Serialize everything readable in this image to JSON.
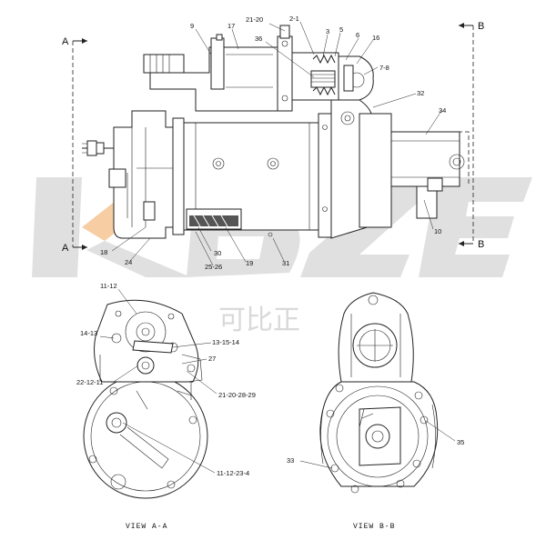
{
  "watermark": {
    "letters": [
      "K",
      "B",
      "Z",
      "E"
    ],
    "chinese": "可比正",
    "accent": "#f2a65a",
    "gray": "#bdbdbd"
  },
  "sections": {
    "a_top": "A",
    "a_bottom": "A",
    "b_top": "B",
    "b_bottom": "B"
  },
  "views": {
    "aa": "VIEW A-A",
    "bb": "VIEW B-B"
  },
  "callouts": {
    "top": [
      "9",
      "17",
      "21-20",
      "2-1",
      "36",
      "3",
      "5",
      "6",
      "16",
      "7-8",
      "32",
      "34",
      "18",
      "24",
      "30",
      "25-26",
      "19",
      "31",
      "10"
    ],
    "view_aa": [
      "11-12",
      "14-13",
      "13-15-14",
      "27",
      "22-12-11",
      "21-20-28-29",
      "11-12-23-4"
    ],
    "view_bb": [
      "35",
      "33"
    ]
  }
}
